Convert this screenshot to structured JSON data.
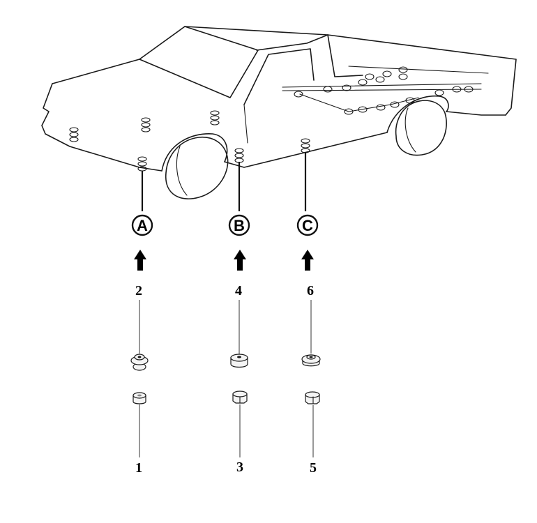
{
  "callouts": [
    {
      "id": "A",
      "label": "A"
    },
    {
      "id": "B",
      "label": "B"
    },
    {
      "id": "C",
      "label": "C"
    }
  ],
  "part_numbers": {
    "p1": "1",
    "p2": "2",
    "p3": "3",
    "p4": "4",
    "p5": "5",
    "p6": "6"
  },
  "icons": {
    "car": "car-body-outline-icon",
    "arrow": "up-arrow-icon",
    "grommet": "grommet-icon",
    "plug": "plug-icon"
  },
  "colors": {
    "ink": "#1a1a1a",
    "background": "#ffffff"
  }
}
